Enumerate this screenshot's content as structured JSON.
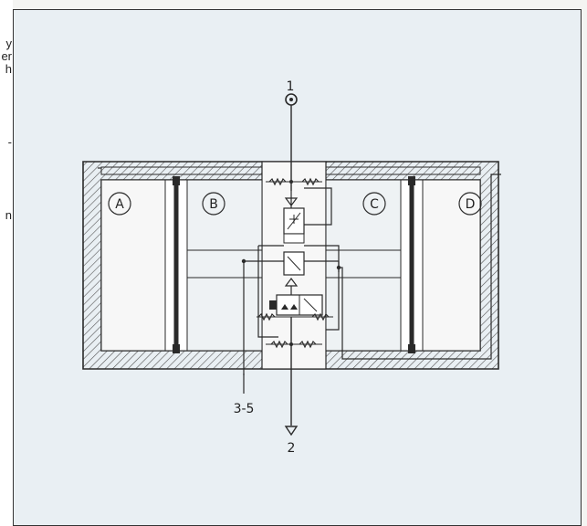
{
  "margin_fragments": [
    "y",
    "er",
    "h",
    "-",
    "n"
  ],
  "chambers": [
    {
      "id": "A"
    },
    {
      "id": "B"
    },
    {
      "id": "C"
    },
    {
      "id": "D"
    }
  ],
  "ports": {
    "top": "1",
    "bottom": "2",
    "side": "3-5"
  },
  "colors": {
    "panel_bg": "#e9eff3",
    "line": "#2a2a2a",
    "piston": "#2a2a2a",
    "hatch": "#555555"
  }
}
